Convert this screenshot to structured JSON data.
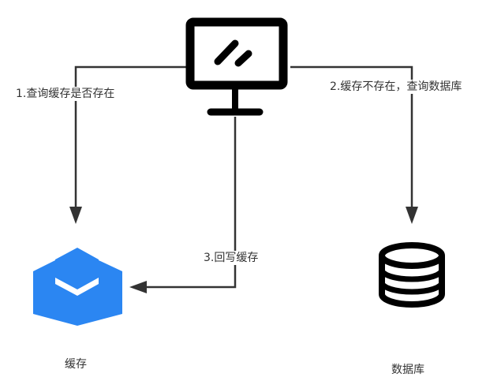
{
  "diagram": {
    "title": "",
    "colors": {
      "line": "#333333",
      "cache_icon": "#2b86f2",
      "icon_dark": "#000000",
      "text": "#333333"
    },
    "nodes": {
      "client": {
        "label": "",
        "icon": "monitor-icon"
      },
      "cache": {
        "label": "缓存",
        "icon": "cache-cube-icon"
      },
      "database": {
        "label": "数据库",
        "icon": "database-icon"
      }
    },
    "edges": [
      {
        "from": "client",
        "to": "cache",
        "label": "1.查询缓存是否存在"
      },
      {
        "from": "client",
        "to": "database",
        "label": "2.缓存不存在，查询数据库"
      },
      {
        "from": "client",
        "to": "cache",
        "label": "3.回写缓存"
      }
    ]
  }
}
